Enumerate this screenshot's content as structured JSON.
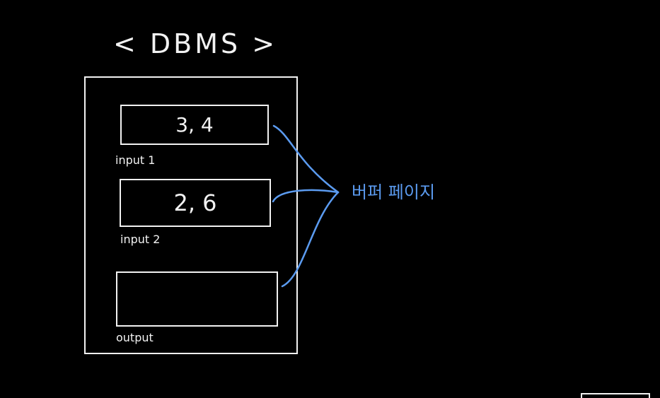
{
  "title": "< DBMS >",
  "buffers": [
    {
      "value": "3, 4",
      "label": "input 1"
    },
    {
      "value": "2, 6",
      "label": "input 2"
    },
    {
      "value": "",
      "label": "output"
    }
  ],
  "annotation": "버퍼 페이지",
  "colors": {
    "background": "#000000",
    "stroke": "#f2f2f2",
    "accent": "#5b9bf0"
  }
}
